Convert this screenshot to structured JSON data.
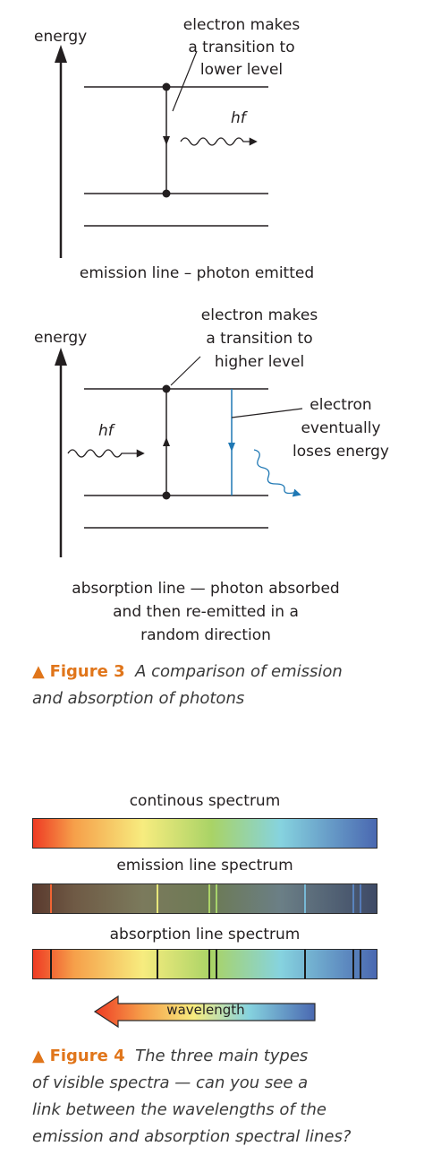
{
  "figure3": {
    "emission": {
      "axis_label": "energy",
      "annotation": [
        "electron makes",
        "a transition to",
        "lower level"
      ],
      "photon_label": "hf",
      "caption": "emission line – photon emitted"
    },
    "absorption": {
      "axis_label": "energy",
      "annotation": [
        "electron makes",
        "a transition to",
        "higher level"
      ],
      "photon_label": "hf",
      "side_annotation": [
        "electron",
        "eventually",
        "loses energy"
      ],
      "caption": [
        "absorption line — photon absorbed",
        "and then re-emitted in a",
        "random direction"
      ]
    },
    "figure_caption": {
      "marker": "▲",
      "number": "Figure 3",
      "lines": [
        "A comparison of emission",
        "and absorption of photons"
      ]
    }
  },
  "figure4": {
    "spectra": [
      {
        "label": "continous spectrum",
        "kind": "continuous",
        "lines": []
      },
      {
        "label": "emission line spectrum",
        "kind": "emission",
        "lines": [
          0.05,
          0.36,
          0.51,
          0.53,
          0.79,
          0.93,
          0.95
        ]
      },
      {
        "label": "absorption line spectrum",
        "kind": "absorption",
        "lines": [
          0.05,
          0.36,
          0.51,
          0.53,
          0.79,
          0.93,
          0.95
        ]
      }
    ],
    "arrow_label": "wavelength",
    "colors": {
      "red": "#ee3b24",
      "orange": "#f6a04a",
      "yellow": "#f7ec7f",
      "green": "#a9d366",
      "cyan": "#86d3df",
      "blue": "#4a68b1",
      "accent": "#e0751a",
      "blue_line": "#1f78b4"
    },
    "figure_caption": {
      "marker": "▲",
      "number": "Figure 4",
      "lines": [
        "The three main types",
        "of visible spectra — can you see a",
        "link between the wavelengths of the",
        "emission and absorption spectral lines?"
      ]
    }
  }
}
